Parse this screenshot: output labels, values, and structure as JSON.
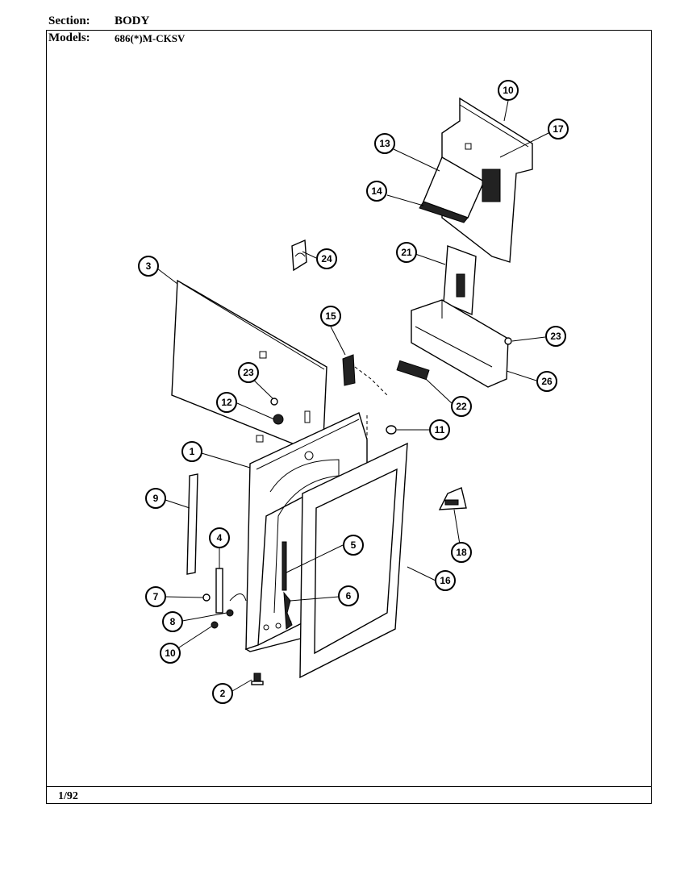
{
  "header": {
    "section_label": "Section:",
    "section_value": "BODY",
    "models_label": "Models:",
    "models_value": "686(*)M-CKSV"
  },
  "footer": {
    "date": "1/92"
  },
  "callouts": [
    "1",
    "2",
    "3",
    "4",
    "5",
    "6",
    "7",
    "8",
    "9",
    "10",
    "10",
    "11",
    "12",
    "13",
    "14",
    "15",
    "16",
    "17",
    "18",
    "21",
    "22",
    "23",
    "23",
    "24",
    "26"
  ]
}
